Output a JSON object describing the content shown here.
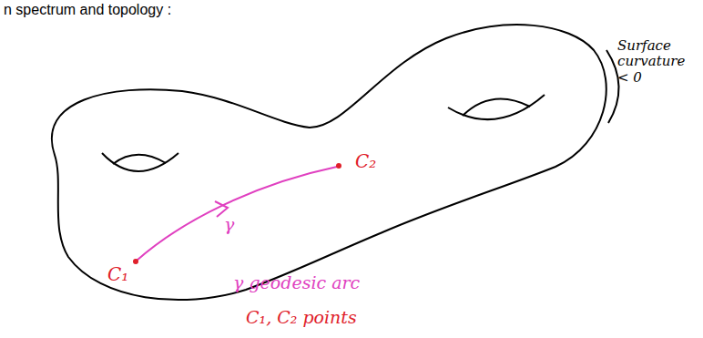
{
  "diagram": {
    "title": "n spectrum and topology :",
    "labels": [
      "Surface curvature < 0",
      "C₂",
      "γ",
      "C₁",
      "γ geodesic arc",
      "C₁, C₂ points"
    ]
  }
}
